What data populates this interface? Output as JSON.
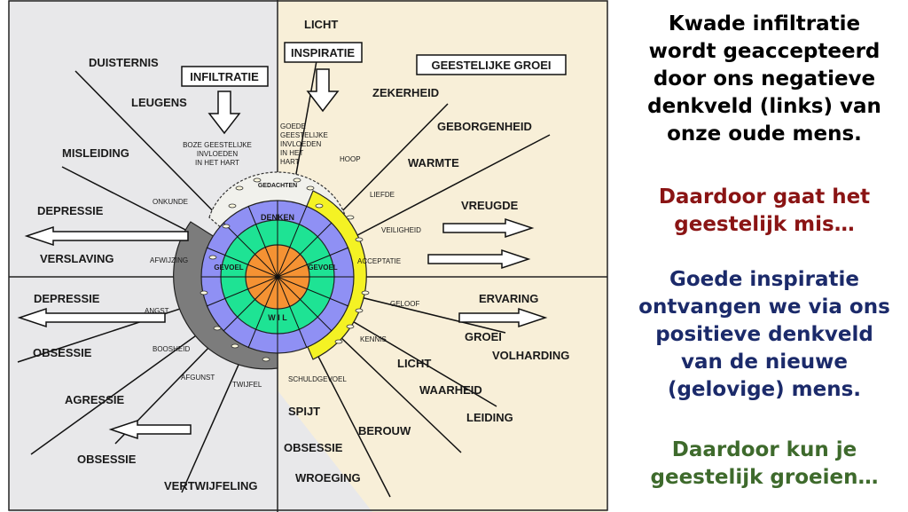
{
  "colors": {
    "left_bg": "#e8e8ea",
    "right_bg": "#f8efd8",
    "dark_grey": "#7c7c7c",
    "periwinkle": "#8f90f4",
    "green": "#1ee394",
    "orange": "#f59233",
    "yellow": "#f4f224",
    "text_dark_red": "#8a1414",
    "text_navy": "#1b2a6a",
    "text_green": "#3e6a2c"
  },
  "diagram": {
    "boxes": {
      "infiltratie": "INFILTRATIE",
      "inspiratie": "INSPIRATIE",
      "geestelijke_groei": "GEESTELIJKE GROEI"
    },
    "center": {
      "gedachten": "GEDACHTEN",
      "denken": "DENKEN",
      "gevoel_left": "GEVOEL",
      "gevoel_right": "GEVOEL",
      "wil": "W I L"
    },
    "small_labels": {
      "boze_1": "BOZE GEESTELIJKE",
      "boze_2": "INVLOEDEN",
      "boze_3": "IN HET HART",
      "goede_1": "GOEDE",
      "goede_2": "GEESTELIJKE",
      "goede_3": "INVLOEDEN",
      "goede_4": "IN HET",
      "goede_5": "HART",
      "hoop": "HOOP",
      "onkunde": "ONKUNDE",
      "liefde": "LIEFDE",
      "veiligheid": "VEILIGHEID",
      "afwijzing": "AFWIJZING",
      "acceptatie": "ACCEPTATIE",
      "angst": "ANGST",
      "geloof": "GELOOF",
      "boosheid": "BOOSHEID",
      "kennis": "KENNIS",
      "afgunst": "AFGUNST",
      "twijfel": "TWIJFEL",
      "schuldgevoel": "SCHULDGEVOEL"
    },
    "left_labels": {
      "duisternis": "DUISTERNIS",
      "leugens": "LEUGENS",
      "misleiding": "MISLEIDING",
      "depressie_top": "DEPRESSIE",
      "verslaving": "VERSLAVING",
      "depressie_bottom": "DEPRESSIE",
      "obsessie_left": "OBSESSIE",
      "agressie": "AGRESSIE",
      "obsessie_bottom": "OBSESSIE",
      "vertwijfeling": "VERTWIJFELING"
    },
    "right_labels": {
      "licht_top": "LICHT",
      "zekerheid": "ZEKERHEID",
      "geborgenheid": "GEBORGENHEID",
      "warmte": "WARMTE",
      "vreugde": "VREUGDE",
      "ervaring": "ERVARING",
      "groei": "GROEI",
      "volharding": "VOLHARDING",
      "licht_bottom": "LICHT",
      "waarheid": "WAARHEID",
      "leiding": "LEIDING",
      "berouw": "BEROUW",
      "spijt": "SPIJT",
      "obsessie_mid": "OBSESSIE",
      "wroeging": "WROEGING"
    }
  },
  "side_text": {
    "block1": [
      "Kwade infiltratie",
      "wordt geaccepteerd",
      "door ons negatieve",
      "denkveld (links) van",
      "onze oude mens."
    ],
    "block2": [
      "Daardoor gaat het",
      "geestelijk mis…"
    ],
    "block3": [
      "Goede inspiratie",
      "ontvangen we via ons",
      "positieve denkveld",
      "van de nieuwe",
      "(gelovige) mens."
    ],
    "block4": [
      "Daardoor kun je",
      "geestelijk groeien…"
    ]
  }
}
